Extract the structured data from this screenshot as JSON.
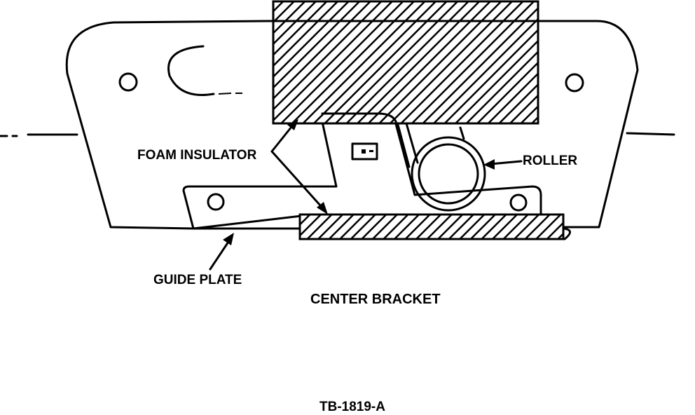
{
  "labels": {
    "foam_insulator": "FOAM INSULATOR",
    "roller": "ROLLER",
    "guide_plate": "GUIDE PLATE",
    "title": "CENTER BRACKET",
    "figure_id": "TB-1819-A"
  },
  "colors": {
    "ink": "#000000",
    "paper": "#ffffff"
  }
}
